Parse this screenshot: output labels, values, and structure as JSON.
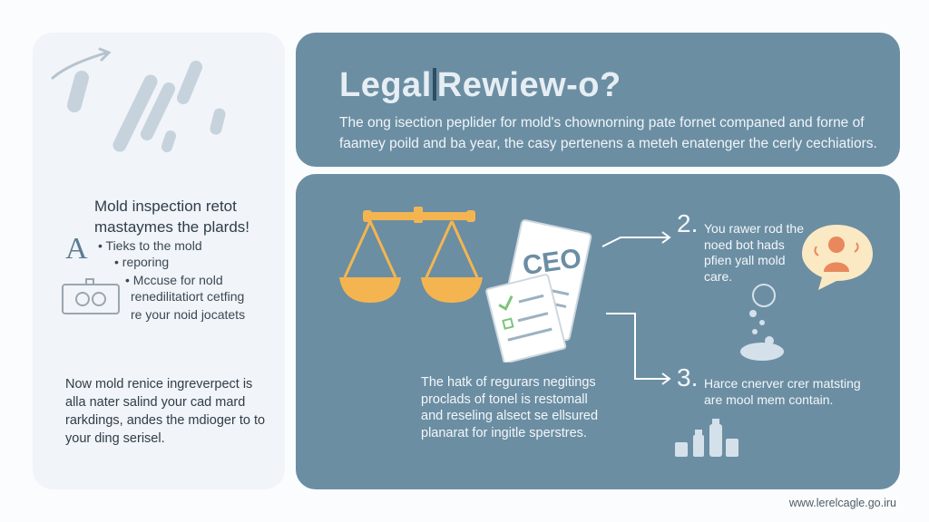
{
  "left_panel": {
    "heading_initial": "A",
    "heading": "Mold inspection retot mastaymes the plards!",
    "bullets": [
      "• Tieks to the mold",
      "• reporing",
      "• Mccuse for nold",
      "renedilitatiort cetfing",
      "re your noid jocatets"
    ],
    "footer": "Now mold renice ingreverpect is alla nater salind your cad mard rarkdings, andes the mdioger to to your ding serisel."
  },
  "banner": {
    "title_part1": "Legal",
    "title_part2": "Rewiew-o?",
    "body": "The ong isection peplider for mold's chownorning pate fornet companed and forne of faamey poild and ba year, the casy pertenens a meteh enatenger the cerly cechiatiors."
  },
  "main_panel": {
    "document_label": "CEO",
    "body": "The hatk of regurars negitings proclads of tonel is restomall and reseling alsect se ellsured planarat for ingitle sperstres.",
    "steps": [
      {
        "number": "2.",
        "text": "You rawer rod the noed bot hads pfien yall mold care."
      },
      {
        "number": "3.",
        "text": "Harce cnerver crer matsting are mool mem contain."
      }
    ]
  },
  "footer_url": "www.lerelcagle.go.iru",
  "colors": {
    "panel_blue": "#6b8ea3",
    "accent_orange": "#f4b550",
    "light_panel": "#f1f4f8"
  },
  "icons": [
    "arrow-icon",
    "scales-icon",
    "document-icon",
    "person-icon",
    "bubbles-icon",
    "bottles-icon",
    "monitor-icon"
  ]
}
